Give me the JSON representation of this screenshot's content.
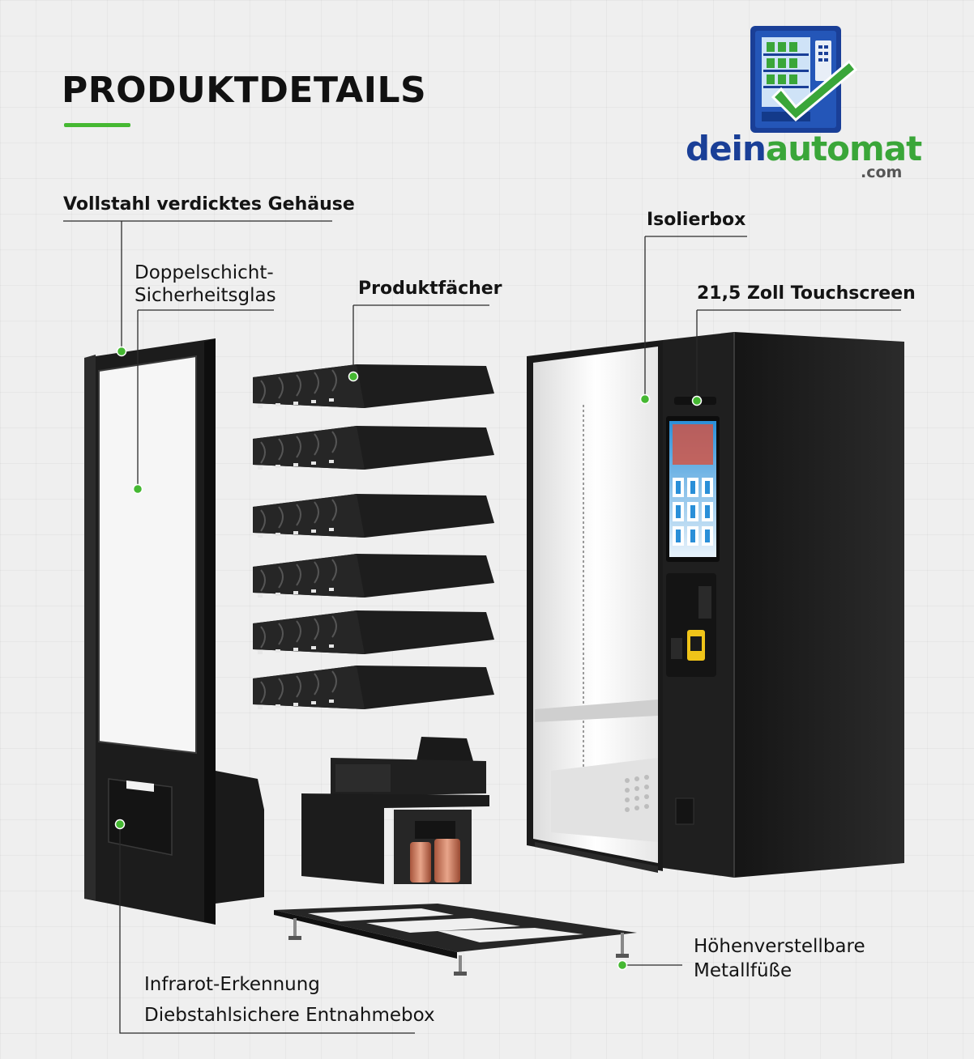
{
  "page": {
    "title": "PRODUKTDETAILS"
  },
  "brand": {
    "name_part1": "dein",
    "name_part2": "automat",
    "domain": ".com",
    "colors": {
      "blue": "#1a3f97",
      "green": "#3aa639"
    }
  },
  "labels": {
    "gehaeuse": "Vollstahl verdicktes Gehäuse",
    "glas_line1": "Doppelschicht-",
    "glas_line2": "Sicherheitsglas",
    "produktfaecher": "Produktfächer",
    "isolierbox": "Isolierbox",
    "touchscreen": "21,5 Zoll Touchscreen",
    "fuesse_line1": "Höhenverstellbare",
    "fuesse_line2": "Metallfüße",
    "infrarot": "Infrarot-Erkennung",
    "entnahmebox": "Diebstahlsichere Entnahmebox"
  },
  "colors": {
    "accent": "#45b832",
    "dark": "#1e1e1e",
    "background": "#efefef"
  },
  "icons": {
    "logo": "vending-machine-checkmark-icon"
  }
}
